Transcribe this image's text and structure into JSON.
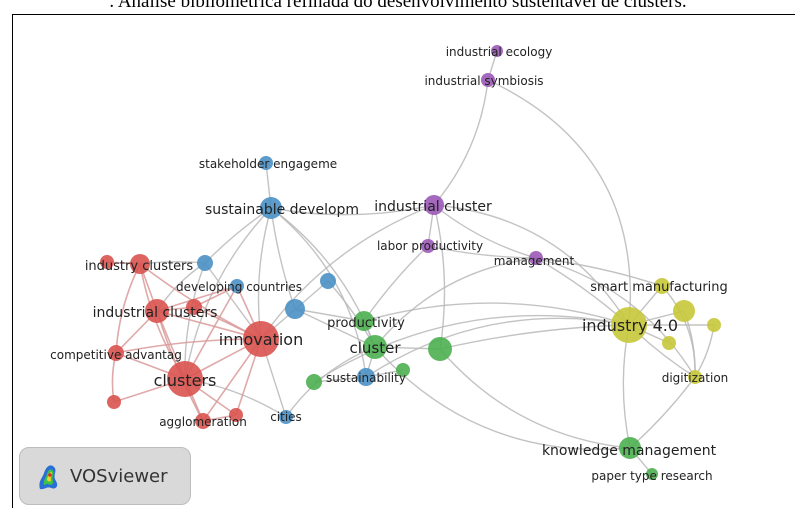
{
  "caption": ". Análise bibliométrica refinada do desenvolvimento sustentável de clusters.",
  "brand": {
    "name": "VOSviewer",
    "logo_icon": "vosviewer-logo-icon"
  },
  "colors": {
    "red": "#d9534f",
    "blue": "#4a90c4",
    "purple": "#9b59b6",
    "green": "#4caf50",
    "yellow": "#c8c83a",
    "link": "#b8b8b8",
    "link_red": "#d99a9a"
  },
  "nodes": [
    {
      "id": "industrial-ecology",
      "label": "industrial ecology",
      "cluster": "purple"
    },
    {
      "id": "industrial-symbiosis",
      "label": "industrial symbiosis",
      "cluster": "purple"
    },
    {
      "id": "industrial-cluster",
      "label": "industrial cluster",
      "cluster": "purple"
    },
    {
      "id": "labor-productivity",
      "label": "labor productivity",
      "cluster": "purple"
    },
    {
      "id": "management",
      "label": "management",
      "cluster": "purple"
    },
    {
      "id": "stakeholder-engagement",
      "label": "stakeholder engageme",
      "cluster": "blue"
    },
    {
      "id": "sustainable-development",
      "label": "sustainable developm",
      "cluster": "blue"
    },
    {
      "id": "developing-countries",
      "label": "developing countries",
      "cluster": "blue"
    },
    {
      "id": "cities",
      "label": "cities",
      "cluster": "blue"
    },
    {
      "id": "sustainability",
      "label": "sustainability",
      "cluster": "blue"
    },
    {
      "id": "industry-clusters",
      "label": "industry clusters",
      "cluster": "red"
    },
    {
      "id": "industrial-clusters",
      "label": "industrial clusters",
      "cluster": "red"
    },
    {
      "id": "innovation",
      "label": "innovation",
      "cluster": "red"
    },
    {
      "id": "competitive-advantage",
      "label": "competitive advantag",
      "cluster": "red"
    },
    {
      "id": "clusters",
      "label": "clusters",
      "cluster": "red"
    },
    {
      "id": "agglomeration",
      "label": "agglomeration",
      "cluster": "red"
    },
    {
      "id": "productivity",
      "label": "productivity",
      "cluster": "green"
    },
    {
      "id": "cluster",
      "label": "cluster",
      "cluster": "green"
    },
    {
      "id": "knowledge-management",
      "label": "knowledge management",
      "cluster": "green"
    },
    {
      "id": "paper-type-research",
      "label": "paper type research",
      "cluster": "green"
    },
    {
      "id": "smart-manufacturing",
      "label": "smart manufacturing",
      "cluster": "yellow"
    },
    {
      "id": "industry-40",
      "label": "industry 4.0",
      "cluster": "yellow"
    },
    {
      "id": "digitization",
      "label": "digitization",
      "cluster": "yellow"
    }
  ]
}
